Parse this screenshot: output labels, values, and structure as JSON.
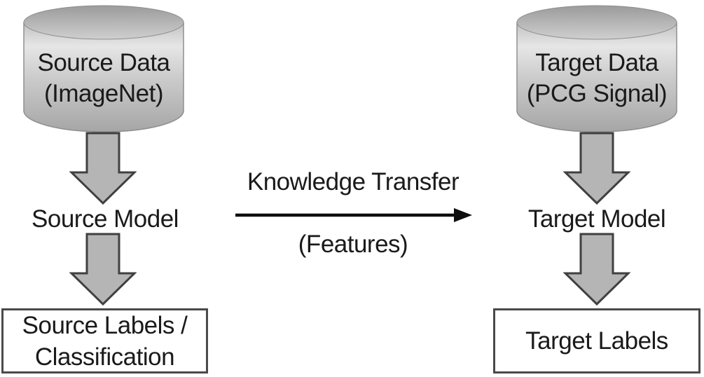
{
  "diagram": {
    "colors": {
      "text": "#1a1a1a",
      "background": "#ffffff",
      "cylinder_top_dark": "#9b9b9b",
      "cylinder_top_light": "#cfcfcf",
      "cylinder_body_top": "#c2c2c2",
      "cylinder_body_light": "#e6e6e6",
      "cylinder_body_mid": "#cccccc",
      "cylinder_body_bottom": "#a6a6a6",
      "cylinder_outline": "#8f8f8f",
      "block_arrow_fill": "#b5b5b5",
      "block_arrow_stroke": "#404040",
      "box_border": "#4a4a4a",
      "box_fill": "#ffffff",
      "transfer_arrow": "#0d0d0d"
    },
    "left_column": {
      "data_store_line1": "Source Data",
      "data_store_line2": "(ImageNet)",
      "model_label": "Source Model",
      "output_line1": "Source Labels /",
      "output_line2": "Classification"
    },
    "transfer": {
      "label": "Knowledge Transfer",
      "sublabel": "(Features)"
    },
    "right_column": {
      "data_store_line1": "Target Data",
      "data_store_line2": "(PCG Signal)",
      "model_label": "Target Model",
      "output_line1": "Target Labels"
    }
  }
}
